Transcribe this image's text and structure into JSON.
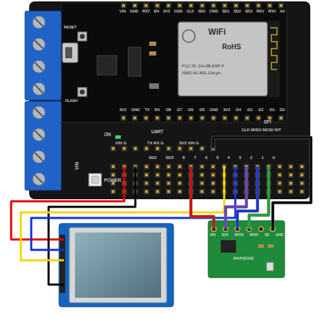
{
  "diagram": {
    "nodes": [
      {
        "text": [
          "UART",
          "SPI"
        ]
      },
      {
        "text": [
          "VIN GND RST EN 3V3 GND CLK SD0 CMD SD1 SD2 SD3 RSV RSV A0",
          "3V3 GND TX RX -D8 -D7 -D6 -D5 GND 3V3 -D4 -D3 -D2 -D1 D0"
        ],
        "in": 0
      },
      {
        "text": [
          "WiFi",
          "RoHS",
          "FCC ID: 2AL3B-ESP-F",
          "ISM2.4G 802.11b/g/n"
        ],
        "in": 1
      },
      {
        "text": [
          "VIN SCK MOSI MISO SD GND",
          "MAX30102"
        ]
      }
    ],
    "edges": [
      {
        "from": 0,
        "to": 3,
        "arrow": "none"
      },
      {
        "from": 0,
        "to": 3,
        "arrow": "none"
      },
      {
        "from": 0,
        "to": 3,
        "arrow": "none"
      },
      {
        "from": 0,
        "to": 3,
        "arrow": "none"
      },
      {
        "from": 0,
        "to": 3,
        "arrow": "none"
      }
    ],
    "labels": [
      "RESET",
      "FLASH",
      "ON",
      "POWER",
      "VIN",
      "VIN G",
      "TX RX G",
      "3V3 VIN G",
      "CLK MISO MOSI INT",
      "SD2 SD3 8 7 6 5 4 3 2 1 0"
    ]
  }
}
